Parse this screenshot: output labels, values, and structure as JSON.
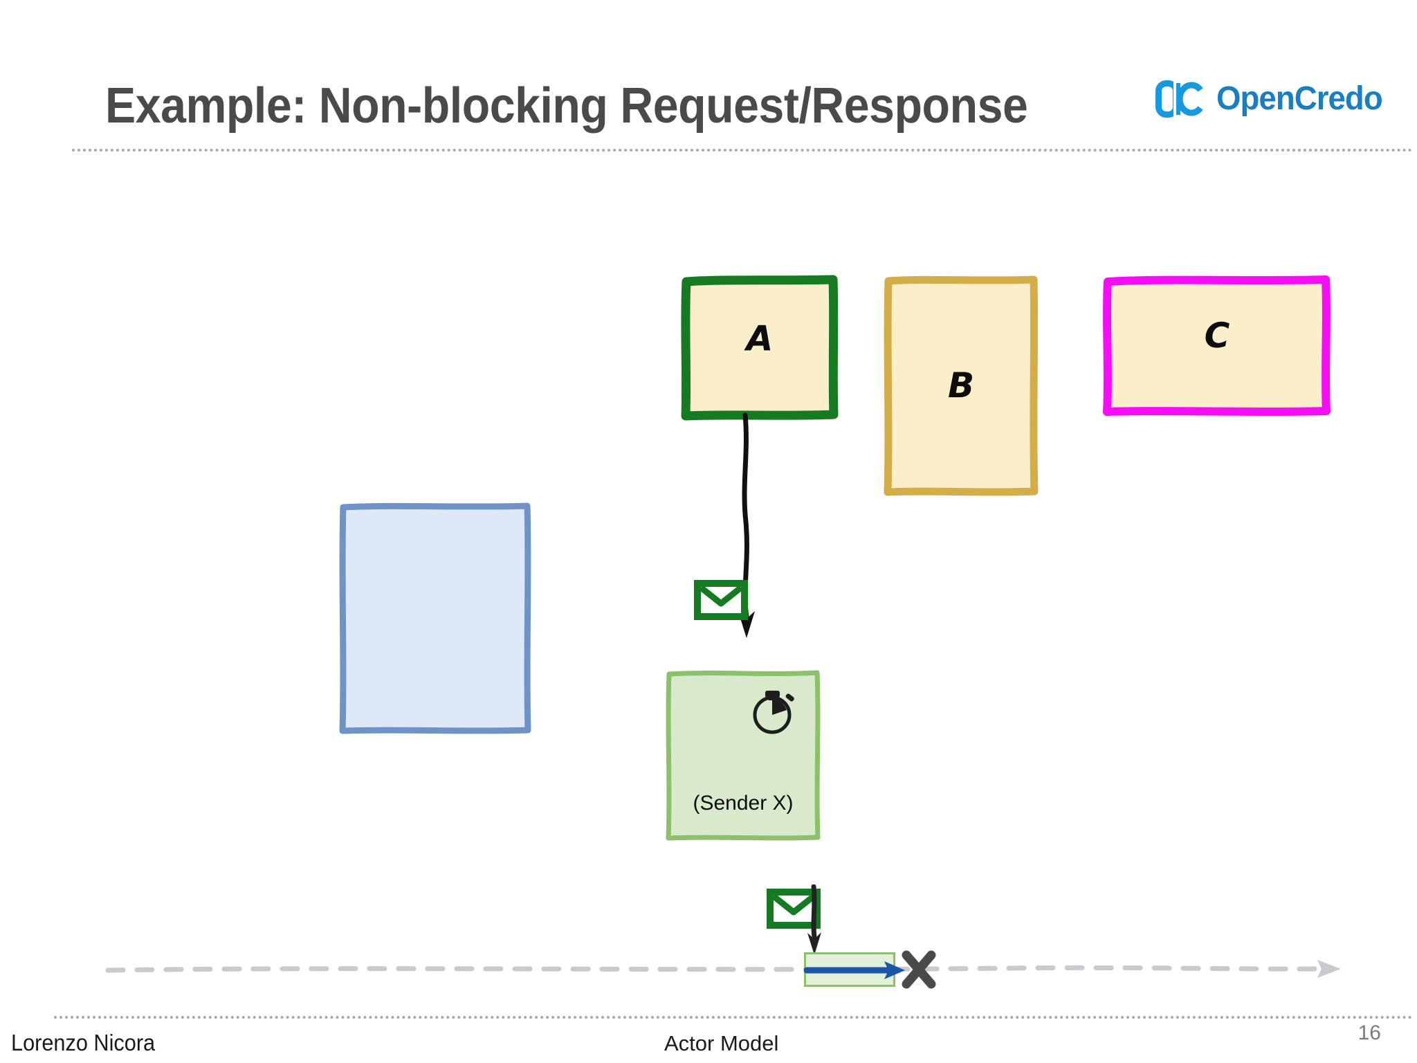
{
  "slide": {
    "title": "Example: Non-blocking Request/Response",
    "page_number": "16"
  },
  "brand": {
    "mark": "oc-monogram-icon",
    "name": "OpenCredo",
    "mark_color": "#159ae0",
    "word_color": "#1a7fc1"
  },
  "diagram": {
    "actors": [
      {
        "id": "a",
        "label": "A",
        "name": "actor-box-a",
        "fill": "#fbeeca",
        "stroke": "#157a22"
      },
      {
        "id": "b",
        "label": "B",
        "name": "actor-box-b",
        "fill": "#fbeeca",
        "stroke": "#d3ad48"
      },
      {
        "id": "c",
        "label": "C",
        "name": "actor-box-c",
        "fill": "#fbeeca",
        "stroke": "#f50ef5"
      }
    ],
    "placeholder_box": {
      "name": "empty-blue-box",
      "label": "",
      "fill": "#dde8f8",
      "stroke": "#6f93c7"
    },
    "sender": {
      "label": "(Sender X)",
      "icon": "stopwatch-icon",
      "fill": "#d8e9cc",
      "stroke": "#8cc06a"
    },
    "messages": [
      {
        "name": "envelope-message-1",
        "icon": "envelope-icon",
        "color": "#157a22"
      },
      {
        "name": "envelope-message-2",
        "icon": "envelope-icon",
        "color": "#157a22"
      }
    ],
    "arrows": [
      {
        "name": "arrow-a-to-sender",
        "color": "#111111",
        "direction": "down"
      },
      {
        "name": "arrow-sender-to-timeline",
        "color": "#222222",
        "direction": "down"
      }
    ],
    "timeline": {
      "name": "timeline-axis",
      "style": "dashed",
      "color": "#c9c9cf",
      "slot": {
        "name": "timeout-window",
        "fill": "#e2efd9",
        "stroke": "#8cc06a",
        "arrow_color": "#1a55a8"
      },
      "end_marker": {
        "name": "timeout-cross",
        "glyph": "x",
        "color": "#4a4a4a"
      }
    }
  },
  "footer": {
    "author": "Lorenzo Nicora",
    "topic": "Actor Model"
  }
}
